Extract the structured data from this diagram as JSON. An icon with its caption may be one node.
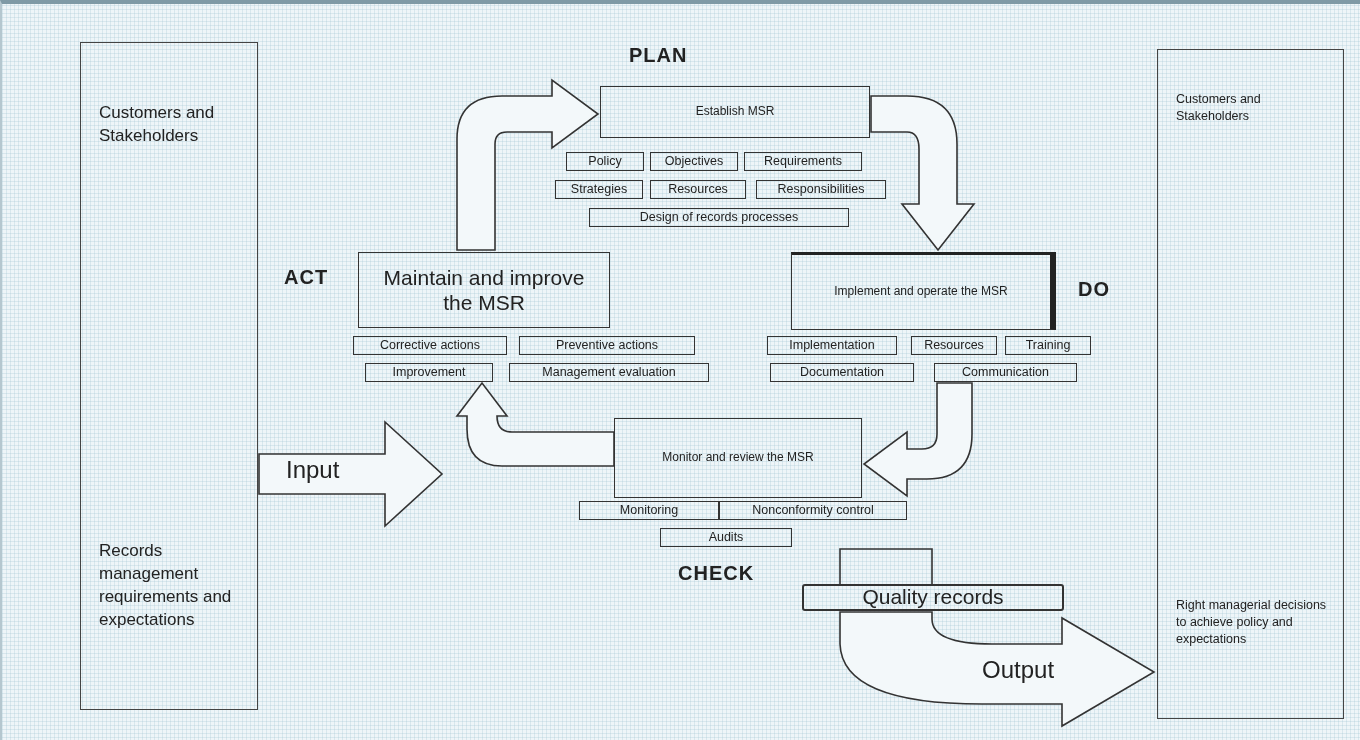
{
  "diagram": {
    "nodes": [
      {
        "text": [
          "Customers and Stakeholders",
          "Records management requirements and expectations"
        ]
      },
      {
        "text": [
          "Customers and Stakeholders",
          "Right managerial decisions to achieve policy and expectations"
        ]
      },
      {
        "text": [
          "Establish MSR"
        ]
      },
      {
        "text": [
          "Policy"
        ]
      },
      {
        "text": [
          "Objectives"
        ]
      },
      {
        "text": [
          "Requirements"
        ]
      },
      {
        "text": [
          "Strategies"
        ]
      },
      {
        "text": [
          "Resources"
        ]
      },
      {
        "text": [
          "Responsibilities"
        ]
      },
      {
        "text": [
          "Design of records processes"
        ]
      },
      {
        "text": [
          "Maintain and improve the MSR"
        ]
      },
      {
        "text": [
          "Implement and operate the MSR"
        ]
      },
      {
        "text": [
          "Corrective actions"
        ]
      },
      {
        "text": [
          "Preventive actions"
        ]
      },
      {
        "text": [
          "Implementation"
        ]
      },
      {
        "text": [
          "Resources"
        ]
      },
      {
        "text": [
          "Training"
        ]
      },
      {
        "text": [
          "Improvement"
        ]
      },
      {
        "text": [
          "Management evaluation"
        ]
      },
      {
        "text": [
          "Documentation"
        ]
      },
      {
        "text": [
          "Communication"
        ]
      },
      {
        "text": [
          "Monitor and review the MSR"
        ]
      },
      {
        "text": [
          "Monitoring"
        ]
      },
      {
        "text": [
          "Nonconformity control"
        ]
      },
      {
        "text": [
          "Audits"
        ]
      },
      {
        "text": [
          "Quality records"
        ]
      }
    ],
    "edges": [
      {
        "from": 10,
        "to": 2,
        "arrow": "to"
      },
      {
        "from": 2,
        "to": 11,
        "arrow": "to"
      },
      {
        "from": 20,
        "to": 21,
        "arrow": "to"
      },
      {
        "from": 21,
        "to": 17,
        "arrow": "to"
      },
      {
        "from": 0,
        "to": null,
        "arrow": "to",
        "label": "Input"
      },
      {
        "from": 25,
        "to": 1,
        "arrow": "to",
        "label": "Output"
      }
    ],
    "labels": [
      "PLAN",
      "ACT",
      "DO",
      "CHECK"
    ]
  }
}
